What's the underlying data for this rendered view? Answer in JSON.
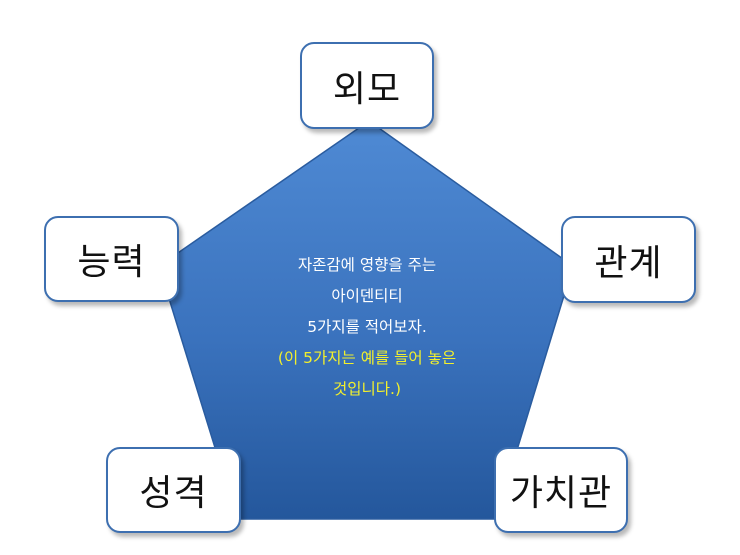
{
  "diagram": {
    "center": {
      "lines": [
        "자존감에 영향을 주는",
        "아이덴티티",
        "5가지를 적어보자."
      ],
      "note_lines": [
        "(이 5가지는 예를 들어 놓은",
        "것입니다.)"
      ]
    },
    "nodes": {
      "top": "외모",
      "left": "능력",
      "right": "관계",
      "bottom_left": "성격",
      "bottom_right": "가치관"
    }
  },
  "colors": {
    "pentagon_light": "#4a86cf",
    "pentagon_dark": "#1d4f93",
    "box_border": "#3d6fb0",
    "text_white": "#ffffff",
    "note_yellow": "#f2f02c"
  }
}
